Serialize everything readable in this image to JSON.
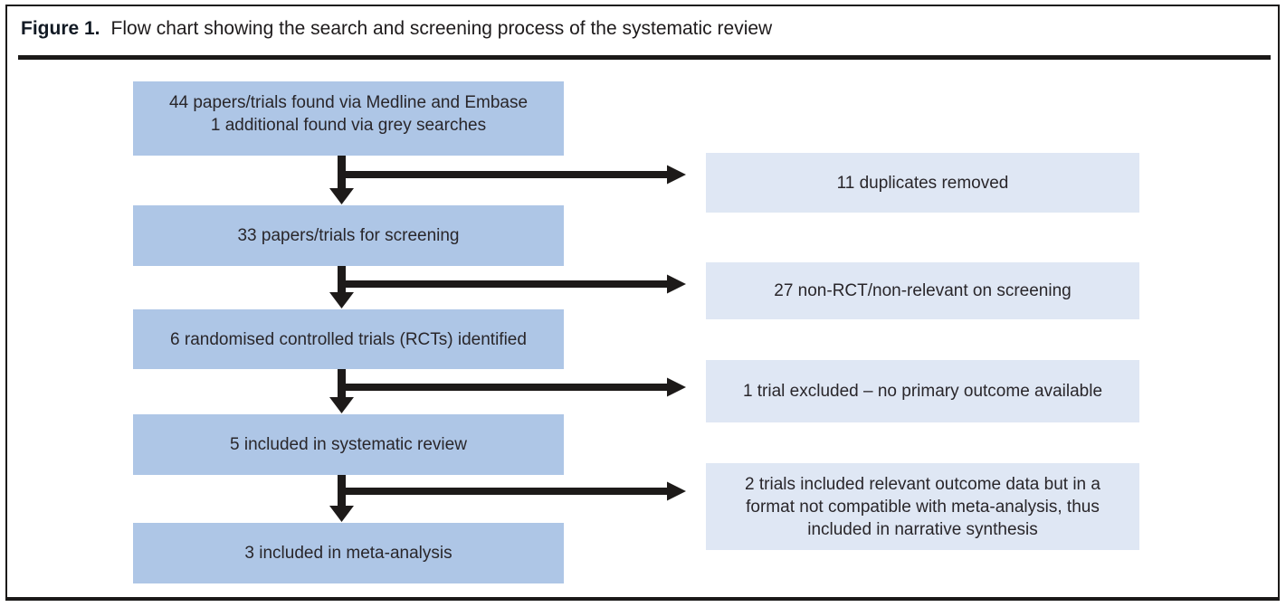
{
  "figure": {
    "label": "Figure 1.",
    "caption": "Flow chart showing the search and screening process of the systematic review"
  },
  "colors": {
    "main_box_fill": "#aec6e6",
    "side_box_fill": "#dfe7f4",
    "arrow": "#1d1a19",
    "text": "#29262a",
    "rule_and_border": "#1b1918"
  },
  "flow": {
    "main_boxes": [
      {
        "id": "found",
        "lines": [
          "44 papers/trials found via Medline and Embase",
          "1 additional found via grey searches"
        ]
      },
      {
        "id": "screening",
        "lines": [
          "33 papers/trials for screening"
        ]
      },
      {
        "id": "rcts",
        "lines": [
          "6 randomised controlled trials (RCTs) identified"
        ]
      },
      {
        "id": "systematic-review",
        "lines": [
          "5 included in systematic review"
        ]
      },
      {
        "id": "meta-analysis",
        "lines": [
          "3 included in meta-analysis"
        ]
      }
    ],
    "side_boxes": [
      {
        "id": "duplicates",
        "text": "11 duplicates removed"
      },
      {
        "id": "non-rct",
        "text": "27 non-RCT/non-relevant on screening"
      },
      {
        "id": "excluded",
        "text": "1 trial excluded – no primary outcome available"
      },
      {
        "id": "narrative",
        "text": "2 trials included relevant outcome data but in a format not compatible with meta-analysis, thus included in narrative synthesis"
      }
    ]
  }
}
